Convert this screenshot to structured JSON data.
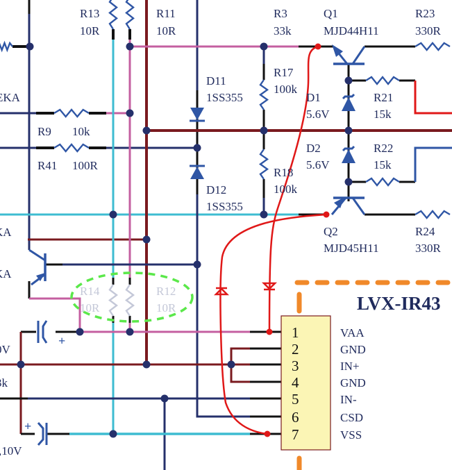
{
  "colors": {
    "navy": "#25306b",
    "darkred": "#7a1a1f",
    "pink": "#c45fa0",
    "cyan": "#3dbcd1",
    "red": "#e01818",
    "orange": "#f0892a",
    "green": "#5be84a",
    "connector_fill": "#fbf5b5",
    "symbol": "#2f56a5"
  },
  "components": {
    "r13": {
      "ref": "R13",
      "value": "10R"
    },
    "r11": {
      "ref": "R11",
      "value": "10R"
    },
    "r3": {
      "ref": "R3",
      "value": "33k"
    },
    "q1": {
      "ref": "Q1",
      "value": "MJD44H11"
    },
    "r23": {
      "ref": "R23",
      "value": "330R"
    },
    "d11": {
      "ref": "D11",
      "value": "1SS355"
    },
    "r17": {
      "ref": "R17",
      "value": "100k"
    },
    "d1": {
      "ref": "D1",
      "value": "5.6V"
    },
    "r21": {
      "ref": "R21",
      "value": "15k"
    },
    "r9": {
      "ref": "R9",
      "value": "10k"
    },
    "r41": {
      "ref": "R41",
      "value": "100R"
    },
    "d2": {
      "ref": "D2",
      "value": "5.6V"
    },
    "r22": {
      "ref": "R22",
      "value": "15k"
    },
    "r18": {
      "ref": "R18",
      "value": "100k"
    },
    "d12": {
      "ref": "D12",
      "value": "1SS355"
    },
    "q2": {
      "ref": "Q2",
      "value": "MJD45H11"
    },
    "r24": {
      "ref": "R24",
      "value": "330R"
    },
    "r14": {
      "ref": "R14",
      "value": "10R"
    },
    "r12": {
      "ref": "R12",
      "value": "10R"
    }
  },
  "partial_labels": {
    "eka": "EKA",
    "ka1": "KA",
    "ka2": "KA",
    "v0": "0V",
    "k3": "3k",
    "v10": ",10V"
  },
  "connector": {
    "title": "LVX-IR43",
    "pins": [
      {
        "num": "1",
        "name": "VAA"
      },
      {
        "num": "2",
        "name": "GND"
      },
      {
        "num": "3",
        "name": "IN+"
      },
      {
        "num": "4",
        "name": "GND"
      },
      {
        "num": "5",
        "name": "IN-"
      },
      {
        "num": "6",
        "name": "CSD"
      },
      {
        "num": "7",
        "name": "VSS"
      }
    ]
  }
}
